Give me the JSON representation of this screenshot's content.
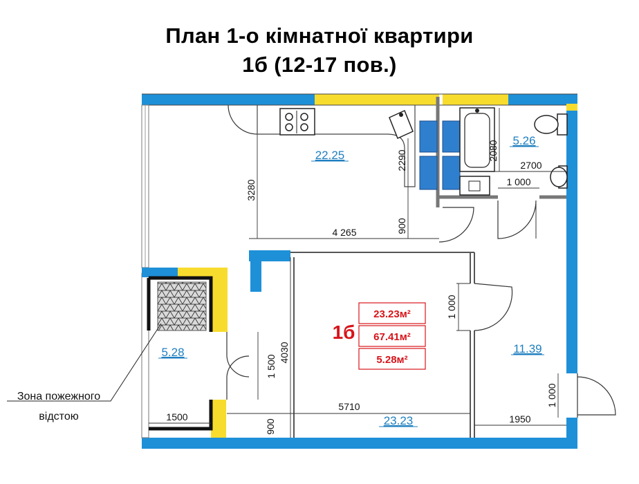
{
  "title": {
    "line1": "План 1-о кімнатної квартири",
    "line2": "1б (12-17 пов.)"
  },
  "unit": {
    "label": "1б",
    "areas": [
      "23.23м²",
      "67.41м²",
      "5.28м²"
    ]
  },
  "rooms": {
    "kitchen_living": "22.25",
    "bathroom": "5.26",
    "balcony": "5.28",
    "hall": "11.39",
    "bedroom": "23.23"
  },
  "dimensions": {
    "d3280": "3280",
    "d2290": "2290",
    "d2080": "2080",
    "d2700": "2700",
    "d1000_bath": "1 000",
    "d4265": "4 265",
    "d900_top": "900",
    "d1000_door": "1 000",
    "d4030": "4030",
    "d1500_v": "1 500",
    "d5710": "5710",
    "d1500_h": "1500",
    "d900_bottom": "900",
    "d1000_entry": "1 000",
    "d1950": "1950"
  },
  "annotation": {
    "line1": "Зона пожежного",
    "line2": "відстою"
  },
  "colors": {
    "wall_blue": "#1e90d8",
    "wall_yellow": "#f7dc2e",
    "fixture_blue": "#2f7fcf",
    "accent_red": "#d7141a",
    "area_text": "#1f7fc0"
  }
}
